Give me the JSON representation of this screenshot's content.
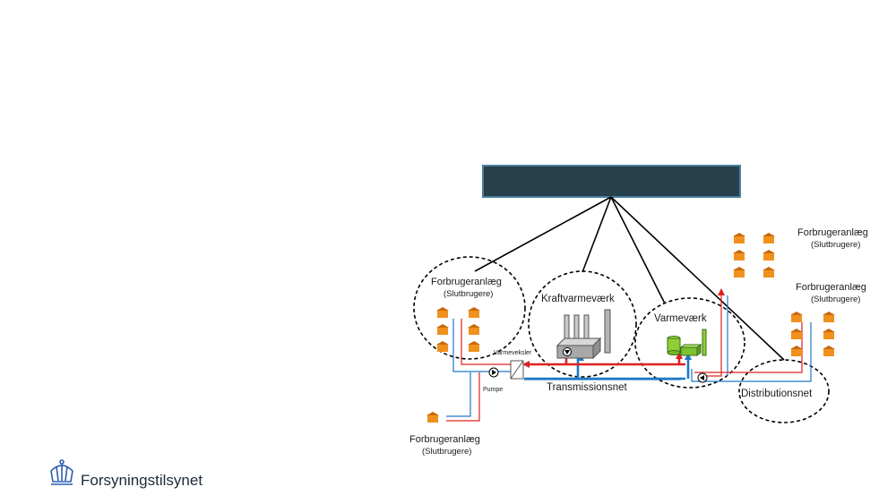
{
  "labels": {
    "consumer_top_left": "Forbrugeranlæg",
    "consumer_top_left_sub": "(Slutbrugere)",
    "chp_plant": "Kraftvarmeværk",
    "heating_plant": "Varmeværk",
    "heat_exchanger": "Varmeveksler",
    "pump": "Pumpe",
    "transmission": "Transmissionsnet",
    "distribution": "Distributionsnet",
    "consumer_right_top": "Forbrugeranlæg",
    "consumer_right_top_sub": "(Slutbrugere)",
    "consumer_right_mid": "Forbrugeranlæg",
    "consumer_right_mid_sub": "(Slutbrugere)",
    "consumer_bottom": "Forbrugeranlæg",
    "consumer_bottom_sub": "(Slutbrugere)"
  },
  "brand": {
    "name": "Forsyningstilsynet"
  },
  "colors": {
    "header_box": "#27404a",
    "supply_pipe": "#e02020",
    "return_pipe": "#1f78c8",
    "house": "#f0901e",
    "house_roof": "#c86a0c",
    "logo": "#2a5db0"
  }
}
